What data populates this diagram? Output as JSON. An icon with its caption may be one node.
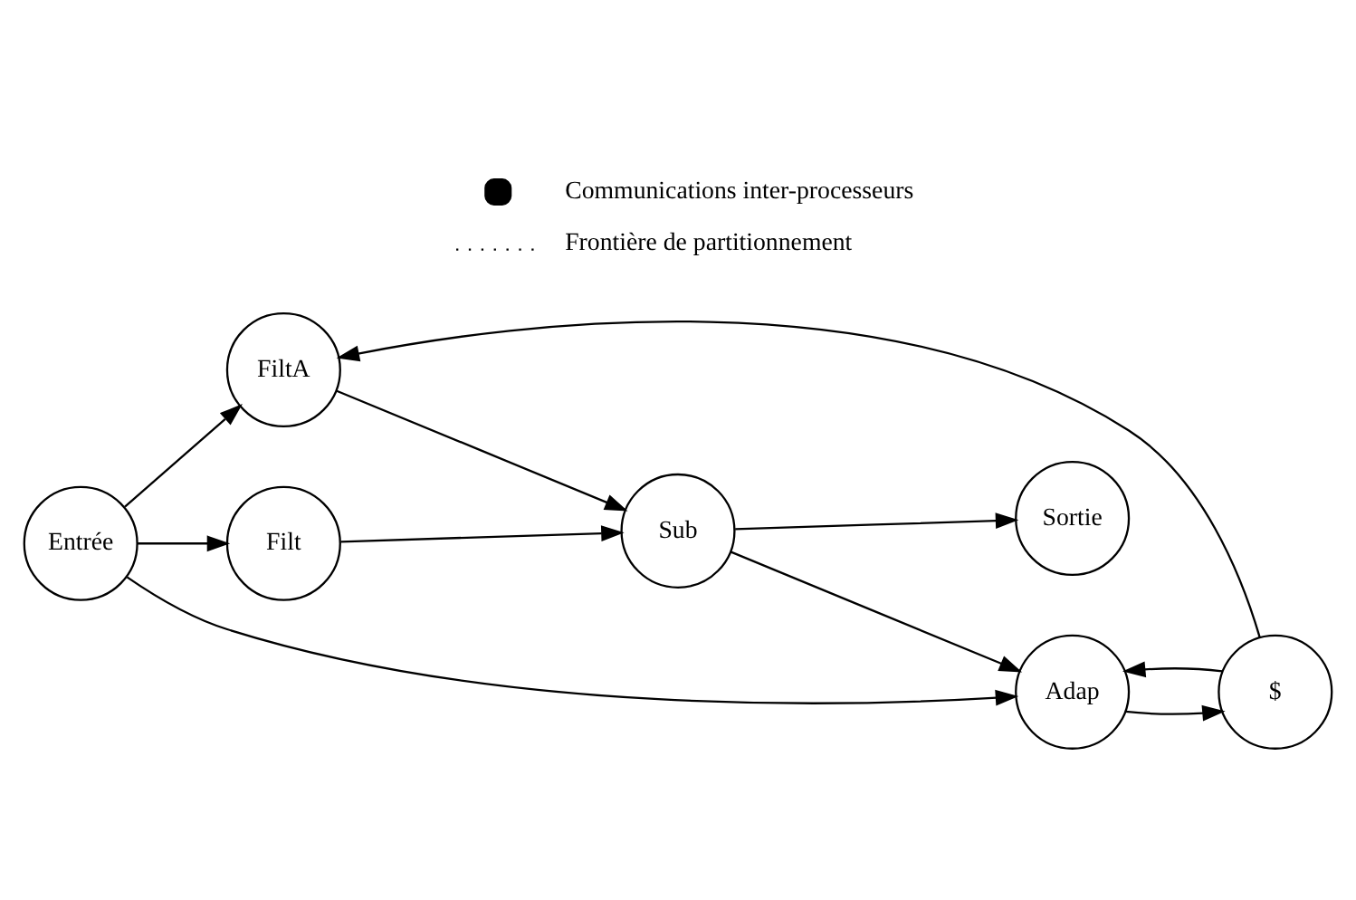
{
  "diagram": {
    "nodes": [
      {
        "text": [
          "Entrée"
        ]
      },
      {
        "text": [
          "FiltA"
        ]
      },
      {
        "text": [
          "Filt"
        ]
      },
      {
        "text": [
          "$"
        ]
      },
      {
        "text": [
          "Sub"
        ]
      },
      {
        "text": [
          "Adap"
        ]
      },
      {
        "text": [
          "Sortie"
        ]
      }
    ],
    "edges": [
      {
        "from": 0,
        "to": 1,
        "arrow": "to"
      },
      {
        "from": 0,
        "to": 2,
        "arrow": "to"
      },
      {
        "from": 0,
        "to": 5,
        "arrow": "to"
      },
      {
        "from": 1,
        "to": 4,
        "arrow": "to"
      },
      {
        "from": 2,
        "to": 4,
        "arrow": "to"
      },
      {
        "from": 4,
        "to": 5,
        "arrow": "to"
      },
      {
        "from": 4,
        "to": 6,
        "arrow": "to"
      },
      {
        "from": 5,
        "to": 3,
        "arrow": "to"
      },
      {
        "from": 3,
        "to": 1,
        "arrow": "to"
      },
      {
        "from": 3,
        "to": 5,
        "arrow": "to"
      }
    ],
    "legend": [
      {
        "text": "Communications inter-processeurs"
      },
      {
        "text": "Frontière de partitionnement"
      }
    ]
  }
}
